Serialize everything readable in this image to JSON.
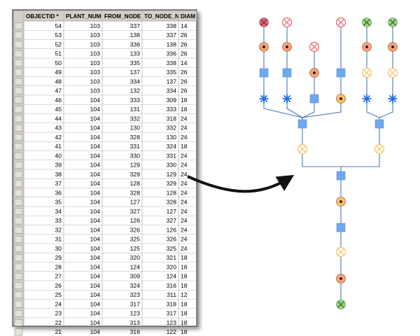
{
  "table": {
    "columns": [
      "OBJECTID *",
      "PLANT_NUM",
      "FROM_NODE",
      "TO_NODE_N",
      "DIAM"
    ],
    "rows": [
      [
        54,
        103,
        337,
        338,
        14
      ],
      [
        53,
        103,
        138,
        337,
        26
      ],
      [
        52,
        103,
        336,
        138,
        26
      ],
      [
        51,
        103,
        133,
        336,
        26
      ],
      [
        50,
        103,
        335,
        338,
        14
      ],
      [
        49,
        103,
        137,
        335,
        26
      ],
      [
        48,
        103,
        334,
        137,
        26
      ],
      [
        47,
        103,
        132,
        334,
        26
      ],
      [
        46,
        104,
        333,
        309,
        18
      ],
      [
        45,
        104,
        131,
        333,
        18
      ],
      [
        44,
        104,
        332,
        318,
        24
      ],
      [
        43,
        104,
        130,
        332,
        24
      ],
      [
        42,
        104,
        328,
        130,
        24
      ],
      [
        41,
        104,
        331,
        324,
        18
      ],
      [
        40,
        104,
        330,
        331,
        24
      ],
      [
        39,
        104,
        129,
        330,
        24
      ],
      [
        38,
        104,
        329,
        129,
        24
      ],
      [
        37,
        104,
        128,
        329,
        24
      ],
      [
        36,
        104,
        328,
        128,
        24
      ],
      [
        35,
        104,
        127,
        328,
        24
      ],
      [
        34,
        104,
        327,
        127,
        24
      ],
      [
        33,
        104,
        126,
        327,
        24
      ],
      [
        32,
        104,
        326,
        126,
        24
      ],
      [
        31,
        104,
        325,
        326,
        24
      ],
      [
        30,
        104,
        125,
        325,
        24
      ],
      [
        29,
        104,
        320,
        321,
        18
      ],
      [
        28,
        104,
        124,
        320,
        18
      ],
      [
        27,
        104,
        309,
        124,
        18
      ],
      [
        26,
        104,
        324,
        316,
        18
      ],
      [
        25,
        104,
        323,
        311,
        12
      ],
      [
        24,
        104,
        317,
        318,
        18
      ],
      [
        23,
        104,
        123,
        317,
        18
      ],
      [
        22,
        104,
        313,
        123,
        18
      ],
      [
        21,
        104,
        316,
        122,
        18
      ]
    ]
  },
  "colors": {
    "red": "#f0606a",
    "orange": "#f4a27a",
    "yellow": "#f9c062",
    "green": "#8ee06e",
    "blue": "#6fa8f0",
    "line": "#4a78b8",
    "grid": "#b8b8b8",
    "header_bg": "#d4d0c8",
    "arrow": "#111111"
  },
  "diagram": {
    "nodes": [
      {
        "id": "a1",
        "type": "valve-x",
        "color": "red"
      },
      {
        "id": "a2",
        "type": "dot",
        "color": "orange"
      },
      {
        "id": "a3",
        "type": "square",
        "color": "blue"
      },
      {
        "id": "a4",
        "type": "star",
        "color": "blue"
      },
      {
        "id": "b1",
        "type": "valve-x-outline",
        "color": "red"
      },
      {
        "id": "b2",
        "type": "dot",
        "color": "orange"
      },
      {
        "id": "b3",
        "type": "square",
        "color": "blue"
      },
      {
        "id": "b4",
        "type": "star",
        "color": "blue"
      },
      {
        "id": "c1",
        "type": "valve-x-outline",
        "color": "red"
      },
      {
        "id": "c2",
        "type": "dot",
        "color": "orange"
      },
      {
        "id": "c3",
        "type": "square",
        "color": "blue"
      },
      {
        "id": "d1",
        "type": "valve-x-outline",
        "color": "red"
      },
      {
        "id": "d2",
        "type": "square",
        "color": "blue"
      },
      {
        "id": "d3",
        "type": "dot",
        "color": "yellow"
      },
      {
        "id": "e1",
        "type": "valve-x",
        "color": "green"
      },
      {
        "id": "e2",
        "type": "dot",
        "color": "orange"
      },
      {
        "id": "e3",
        "type": "valve-x-outline",
        "color": "yellow"
      },
      {
        "id": "e4",
        "type": "star",
        "color": "blue"
      },
      {
        "id": "f1",
        "type": "valve-x",
        "color": "green"
      },
      {
        "id": "f2",
        "type": "dot",
        "color": "orange"
      },
      {
        "id": "f3",
        "type": "valve-x-outline",
        "color": "yellow"
      },
      {
        "id": "f4",
        "type": "star",
        "color": "blue"
      },
      {
        "id": "j1",
        "type": "square",
        "color": "blue"
      },
      {
        "id": "j2",
        "type": "square",
        "color": "blue"
      },
      {
        "id": "v1",
        "type": "valve-x-outline",
        "color": "yellow"
      },
      {
        "id": "v2",
        "type": "valve-x-outline",
        "color": "yellow"
      },
      {
        "id": "j3",
        "type": "square",
        "color": "blue"
      },
      {
        "id": "t1",
        "type": "dot",
        "color": "yellow"
      },
      {
        "id": "t2",
        "type": "square",
        "color": "blue"
      },
      {
        "id": "t3",
        "type": "valve-x-outline",
        "color": "yellow"
      },
      {
        "id": "t4",
        "type": "dot",
        "color": "orange"
      },
      {
        "id": "t5",
        "type": "valve-x",
        "color": "green"
      }
    ]
  }
}
